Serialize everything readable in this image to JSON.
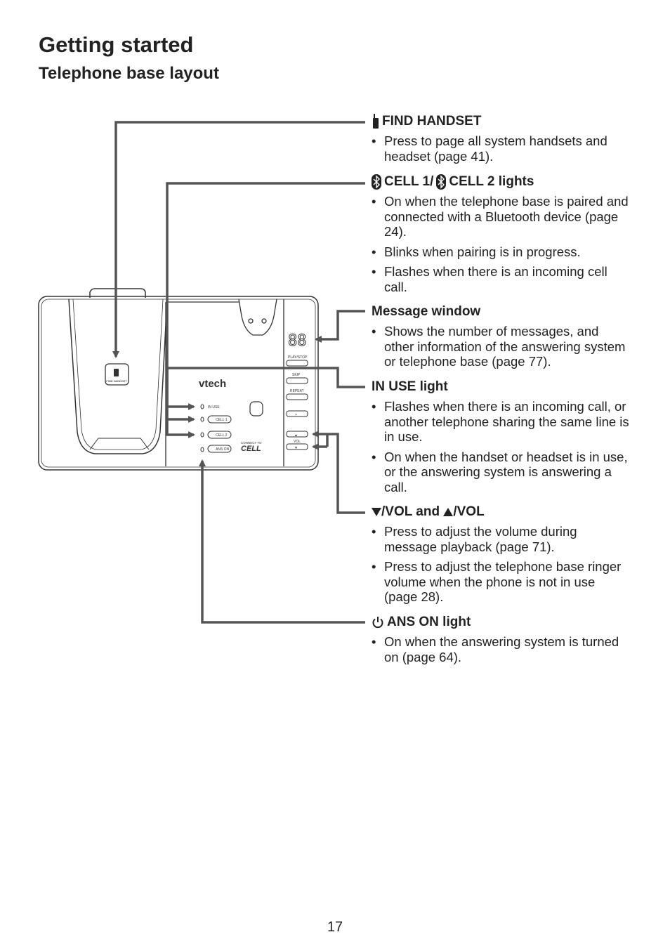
{
  "page": {
    "title": "Getting started",
    "subtitle": "Telephone base layout",
    "page_number": "17"
  },
  "device": {
    "brand": "vtech",
    "display_digits": "88",
    "find_handset_label": "FIND HANDSET",
    "in_use_label": "IN USE",
    "cell1_label": "CELL 1",
    "cell2_label": "CELL 2",
    "ans_on_label": "ANS ON",
    "playstop_label": "PLAY/STOP",
    "skip_label": "SKIP",
    "repeat_label": "REPEAT",
    "vol_label": "VOL",
    "connect_to_label": "CONNECT TO",
    "cell_logo": "CELL"
  },
  "sections": [
    {
      "heading": "FIND HANDSET",
      "icon": "handset-icon",
      "bullets": [
        "Press to page all system handsets and headset (page 41)."
      ]
    },
    {
      "heading_a": "CELL 1/",
      "heading_b": "CELL 2 lights",
      "icon": "bluetooth-icon",
      "bullets": [
        "On when the telephone base is paired and connected with a Bluetooth device (page 24).",
        "Blinks when pairing is in progress.",
        "Flashes when there is an incoming cell call."
      ]
    },
    {
      "heading": "Message window",
      "bullets": [
        "Shows the number of messages, and other information of the answering system or telephone base (page 77)."
      ]
    },
    {
      "heading": "IN USE light",
      "bullets": [
        "Flashes when there is an incoming call, or another telephone sharing the same line is in use.",
        "On when the handset or headset is in use, or the answering system is answering a call."
      ]
    },
    {
      "heading_a": "/VOL and ",
      "heading_b": "/VOL",
      "icon": "triangle-icon",
      "bullets": [
        "Press to adjust the volume during message playback (page 71).",
        "Press to adjust the telephone base ringer volume when the phone is not in use (page 28)."
      ]
    },
    {
      "heading": "ANS ON light",
      "icon": "power-icon",
      "bullets": [
        "On when the answering system is turned on (page 64)."
      ]
    }
  ]
}
